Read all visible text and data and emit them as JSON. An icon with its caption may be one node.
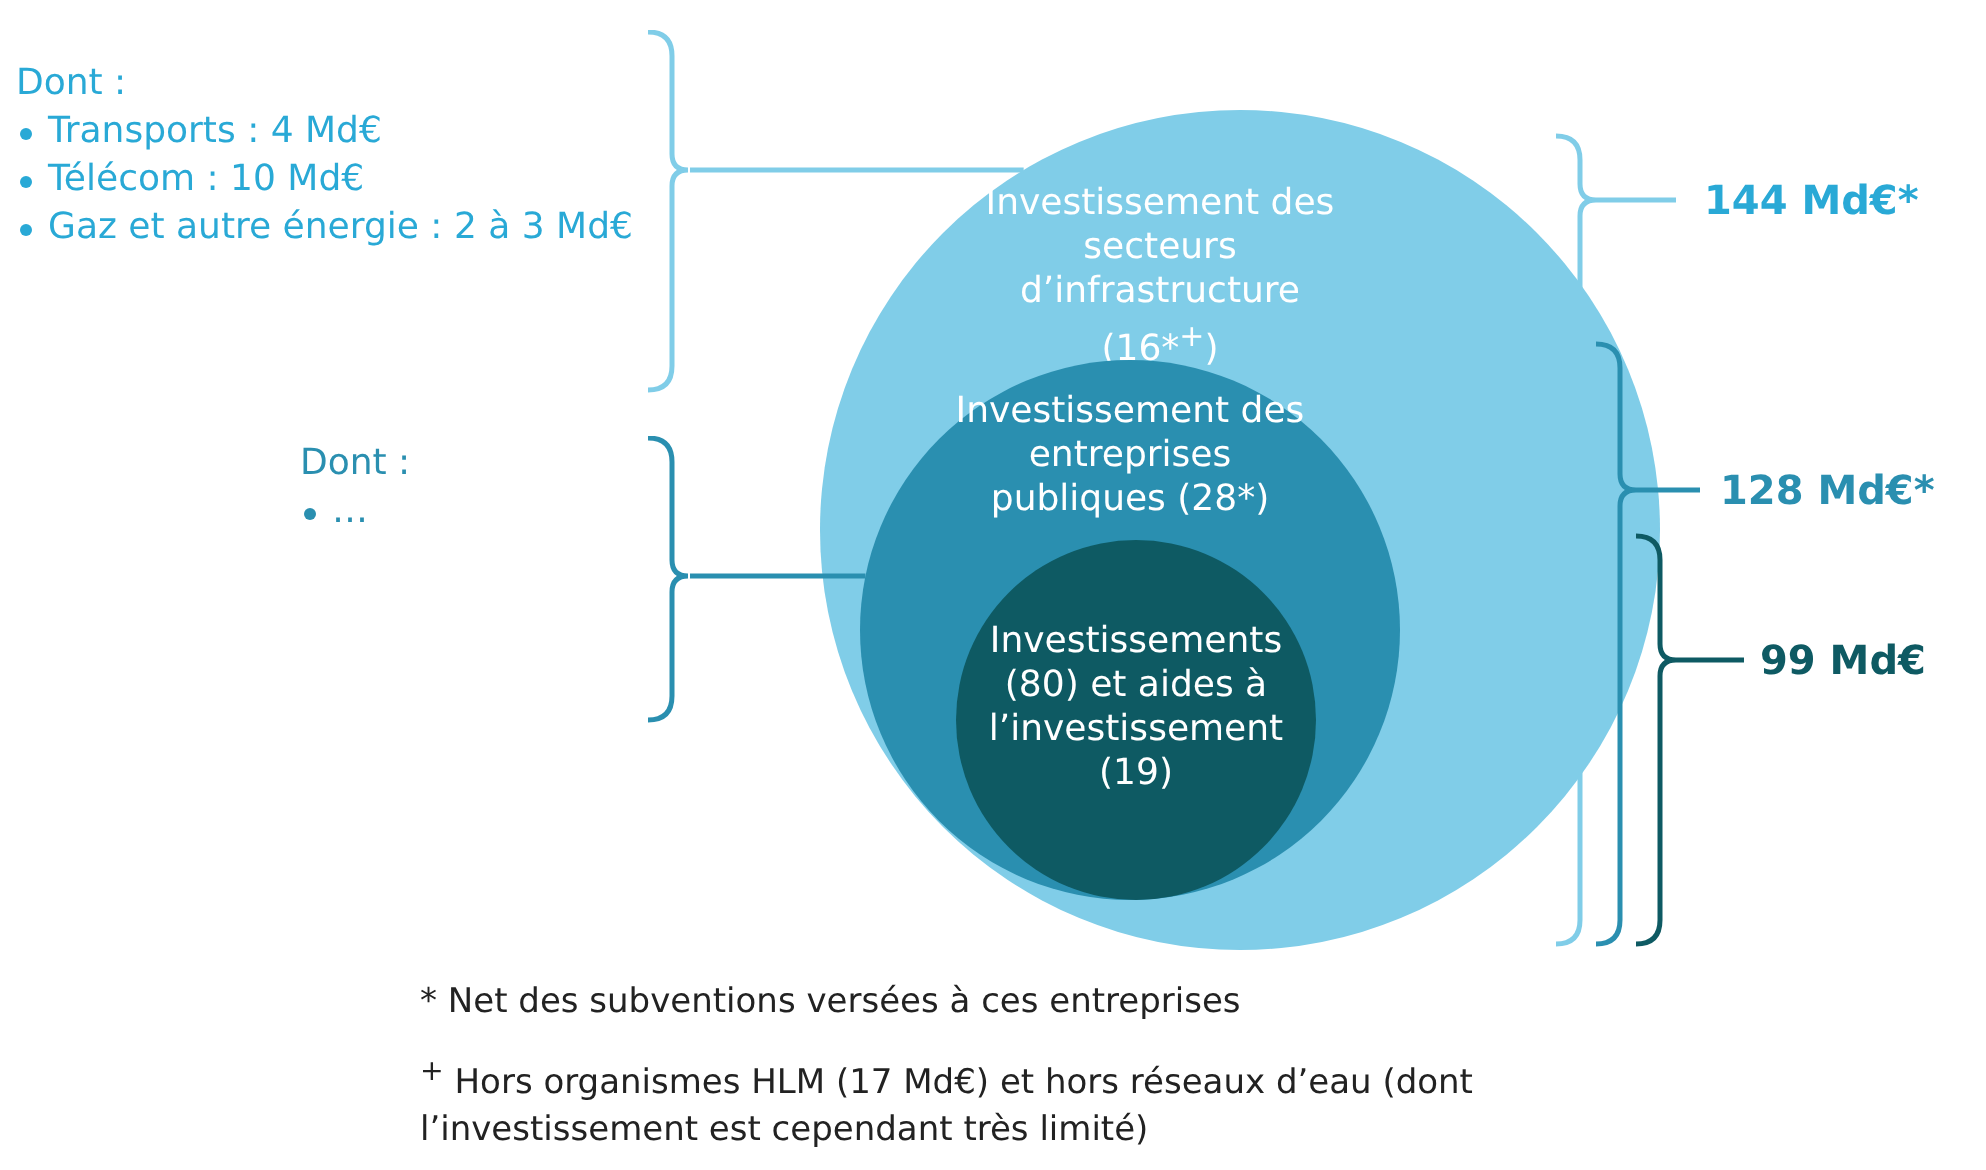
{
  "diagram": {
    "nodes": [
      {
        "text": [
          "Investissement des secteurs d’infrastructure (16*$^{+}$)"
        ]
      },
      {
        "text": [
          "Investissement des entreprises publiques (28*)"
        ],
        "in": 0
      },
      {
        "text": [
          "Investissements (80) et aides à l’investissement (19)"
        ],
        "in": 1
      },
      {
        "text": [
          "Dont :",
          "Transports : 4 Md€",
          "Télécom : 10 Md€",
          "Gaz et autre énergie : 2 à 3 Md€"
        ]
      },
      {
        "text": [
          "Dont :",
          "…"
        ]
      }
    ],
    "edges": [
      {
        "from": 3,
        "to": 0,
        "arrow": "none"
      },
      {
        "from": 4,
        "to": 1,
        "arrow": "none"
      }
    ],
    "labels": [
      "144 Md€*",
      "128 Md€*",
      "99 Md€",
      "* Net des subventions versées à ces entreprises",
      "$^{+}$ Hors organismes HLM (17 Md€) et hors réseaux d’eau (dont l’investissement est cependant très limité)"
    ]
  }
}
